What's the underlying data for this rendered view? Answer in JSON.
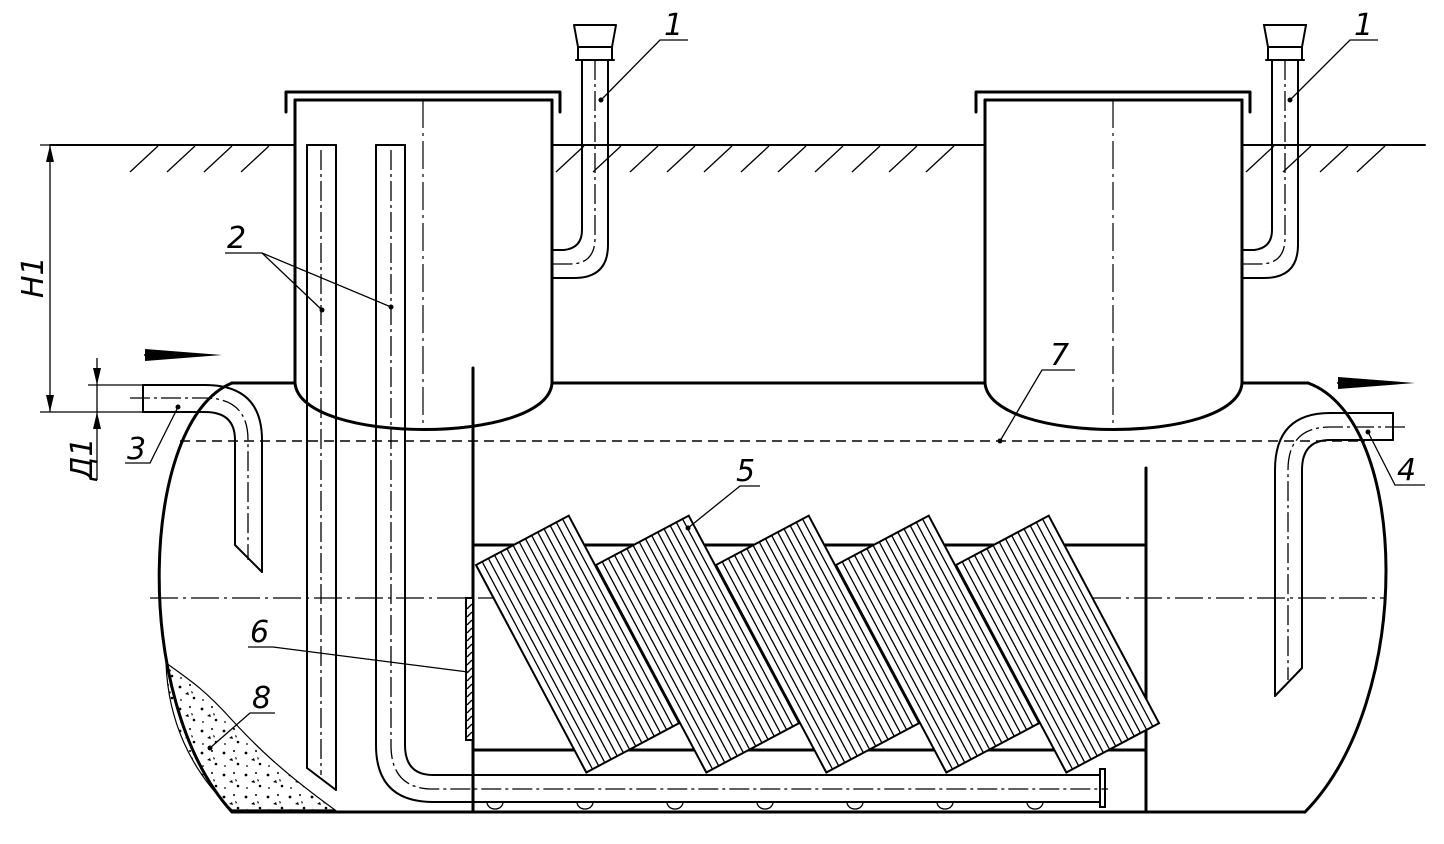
{
  "labels": {
    "vent_left": "1",
    "vent_right": "1",
    "pipes": "2",
    "inlet": "3",
    "outlet": "4",
    "modules": "5",
    "partition": "6",
    "level": "7",
    "sediment": "8"
  },
  "dimensions": {
    "depth": "H1",
    "diameter": "Д1"
  }
}
